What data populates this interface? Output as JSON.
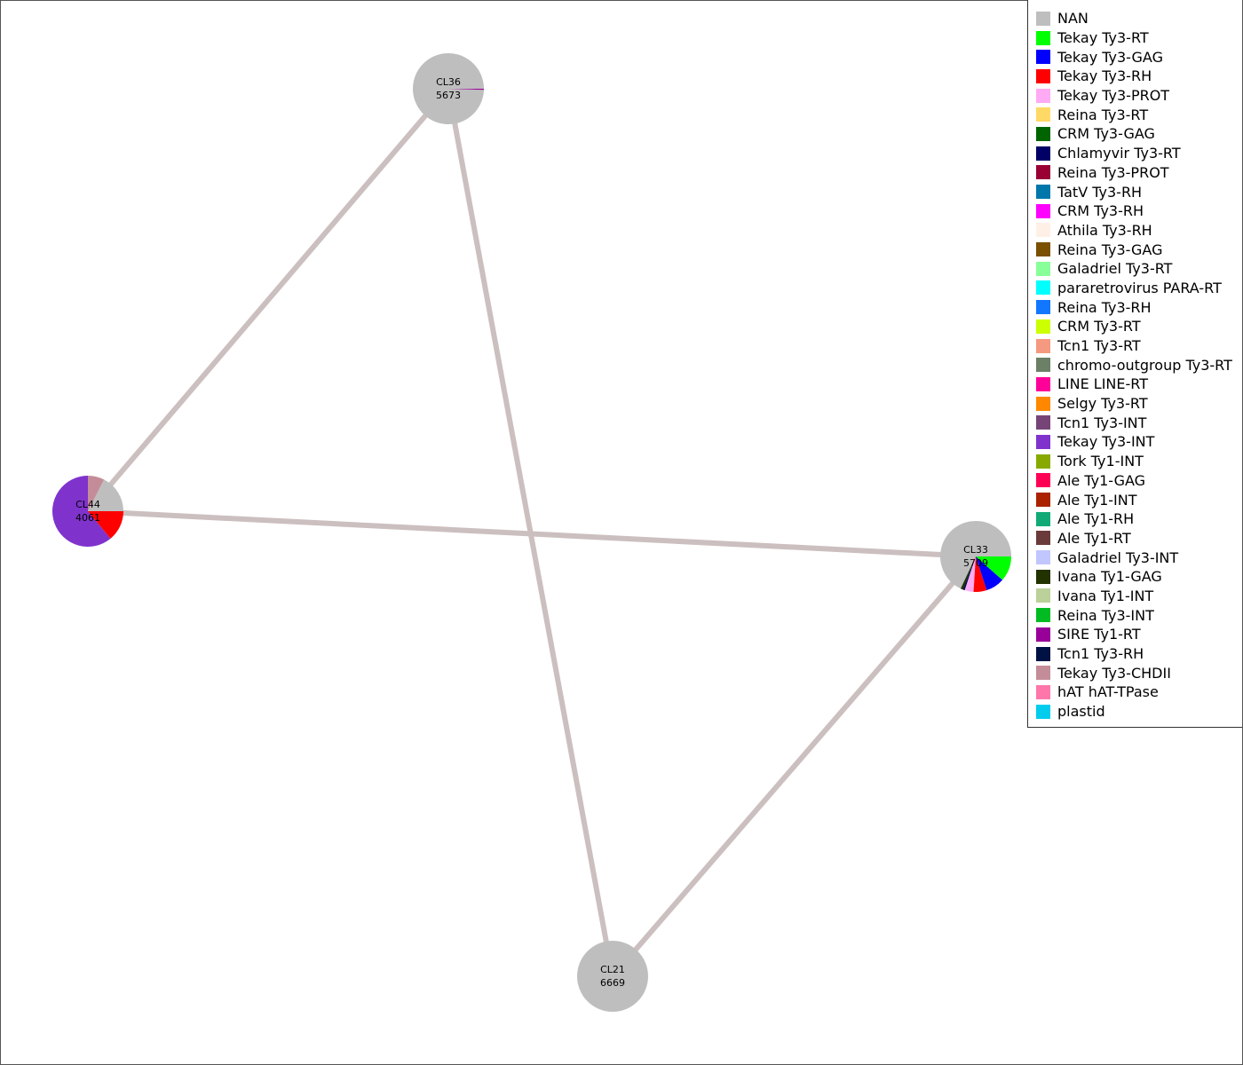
{
  "colors": {
    "edge": "#ccbfbf",
    "default_node": "#bebebe",
    "border": "#333333"
  },
  "legend": [
    {
      "label": "NAN",
      "color": "#bebebe"
    },
    {
      "label": "Tekay Ty3-RT",
      "color": "#00ff00"
    },
    {
      "label": "Tekay Ty3-GAG",
      "color": "#0000ff"
    },
    {
      "label": "Tekay Ty3-RH",
      "color": "#ff0000"
    },
    {
      "label": "Tekay Ty3-PROT",
      "color": "#ffaaf5"
    },
    {
      "label": "Reina Ty3-RT",
      "color": "#ffd966"
    },
    {
      "label": "CRM Ty3-GAG",
      "color": "#006400"
    },
    {
      "label": "Chlamyvir Ty3-RT",
      "color": "#000066"
    },
    {
      "label": "Reina Ty3-PROT",
      "color": "#990033"
    },
    {
      "label": "TatV Ty3-RH",
      "color": "#0077aa"
    },
    {
      "label": "CRM Ty3-RH",
      "color": "#ff00ff"
    },
    {
      "label": "Athila Ty3-RH",
      "color": "#fff0e6"
    },
    {
      "label": "Reina Ty3-GAG",
      "color": "#7a4f00"
    },
    {
      "label": "Galadriel Ty3-RT",
      "color": "#88ff99"
    },
    {
      "label": "pararetrovirus PARA-RT",
      "color": "#00ffff"
    },
    {
      "label": "Reina Ty3-RH",
      "color": "#1177ff"
    },
    {
      "label": "CRM Ty3-RT",
      "color": "#ccff00"
    },
    {
      "label": "Tcn1 Ty3-RT",
      "color": "#f59980"
    },
    {
      "label": "chromo-outgroup Ty3-RT",
      "color": "#6b8066"
    },
    {
      "label": "LINE LINE-RT",
      "color": "#ff0099"
    },
    {
      "label": "Selgy Ty3-RT",
      "color": "#ff8800"
    },
    {
      "label": "Tcn1 Ty3-INT",
      "color": "#774477"
    },
    {
      "label": "Tekay Ty3-INT",
      "color": "#7f33cc"
    },
    {
      "label": "Tork Ty1-INT",
      "color": "#88aa00"
    },
    {
      "label": "Ale Ty1-GAG",
      "color": "#ff0055"
    },
    {
      "label": "Ale Ty1-INT",
      "color": "#aa2200"
    },
    {
      "label": "Ale Ty1-RH",
      "color": "#11aa77"
    },
    {
      "label": "Ale Ty1-RT",
      "color": "#6b3b3b"
    },
    {
      "label": "Galadriel Ty3-INT",
      "color": "#c2c6ff"
    },
    {
      "label": "Ivana Ty1-GAG",
      "color": "#223300"
    },
    {
      "label": "Ivana Ty1-INT",
      "color": "#bbd199"
    },
    {
      "label": "Reina Ty3-INT",
      "color": "#00bb22"
    },
    {
      "label": "SIRE Ty1-RT",
      "color": "#990099"
    },
    {
      "label": "Tcn1 Ty3-RH",
      "color": "#001144"
    },
    {
      "label": "Tekay Ty3-CHDII",
      "color": "#c48c99"
    },
    {
      "label": "hAT hAT-TPase",
      "color": "#ff77aa"
    },
    {
      "label": "plastid",
      "color": "#00ccee"
    }
  ],
  "nodes": [
    {
      "id": "CL36",
      "count": "5673",
      "slices": [
        {
          "category": "NAN",
          "fraction": 0.995
        },
        {
          "category": "SIRE Ty1-RT",
          "fraction": 0.005
        }
      ]
    },
    {
      "id": "CL44",
      "count": "4061",
      "slices": [
        {
          "category": "NAN",
          "fraction": 0.175
        },
        {
          "category": "Tekay Ty3-CHDII",
          "fraction": 0.075
        },
        {
          "category": "Tekay Ty3-INT",
          "fraction": 0.61
        },
        {
          "category": "Tekay Ty3-RH",
          "fraction": 0.14
        }
      ]
    },
    {
      "id": "CL33",
      "count": "5709",
      "slices": [
        {
          "category": "NAN",
          "fraction": 0.68
        },
        {
          "category": "Ivana Ty1-GAG",
          "fraction": 0.01
        },
        {
          "category": "Tcn1 Ty3-RH",
          "fraction": 0.01
        },
        {
          "category": "Tekay Ty3-PROT",
          "fraction": 0.04
        },
        {
          "category": "Tekay Ty3-RH",
          "fraction": 0.06
        },
        {
          "category": "Tekay Ty3-GAG",
          "fraction": 0.085
        },
        {
          "category": "Tekay Ty3-RT",
          "fraction": 0.115
        }
      ]
    },
    {
      "id": "CL21",
      "count": "6669",
      "slices": [
        {
          "category": "NAN",
          "fraction": 1.0
        }
      ]
    }
  ],
  "edges": [
    {
      "from": "CL36",
      "to": "CL44"
    },
    {
      "from": "CL36",
      "to": "CL21"
    },
    {
      "from": "CL44",
      "to": "CL33"
    },
    {
      "from": "CL33",
      "to": "CL21"
    }
  ]
}
